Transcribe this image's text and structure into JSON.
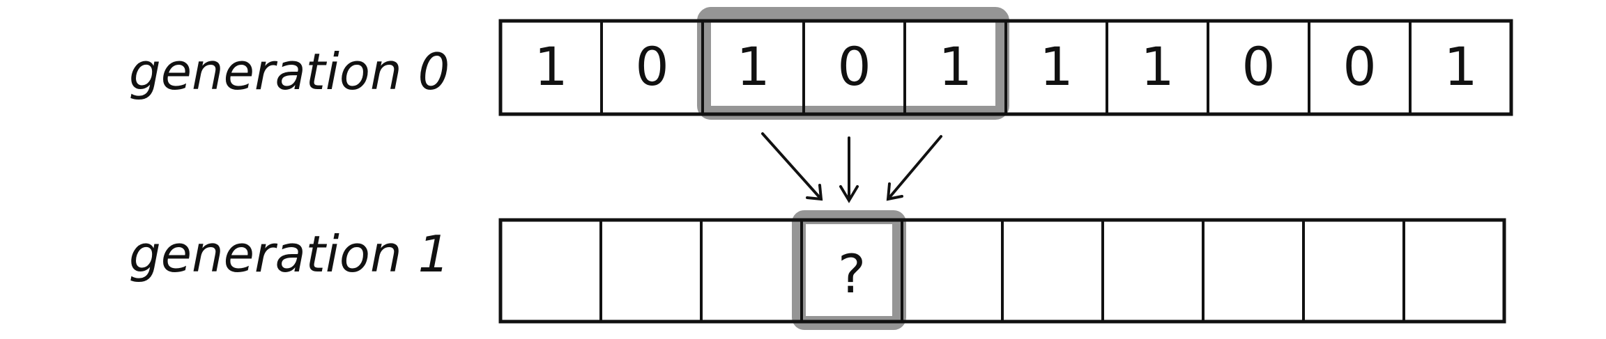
{
  "rows": [
    {
      "label": "generation 0",
      "cells": [
        "1",
        "0",
        "1",
        "0",
        "1",
        "1",
        "1",
        "0",
        "0",
        "1"
      ],
      "highlight_cells": [
        2,
        3,
        4
      ]
    },
    {
      "label": "generation 1",
      "cells": [
        "",
        "",
        "",
        "?",
        "",
        "",
        "",
        "",
        "",
        ""
      ],
      "highlight_cells": [
        3
      ]
    }
  ],
  "colors": {
    "ink": "#111111",
    "highlight": "#8a8a8a",
    "background": "#ffffff"
  }
}
